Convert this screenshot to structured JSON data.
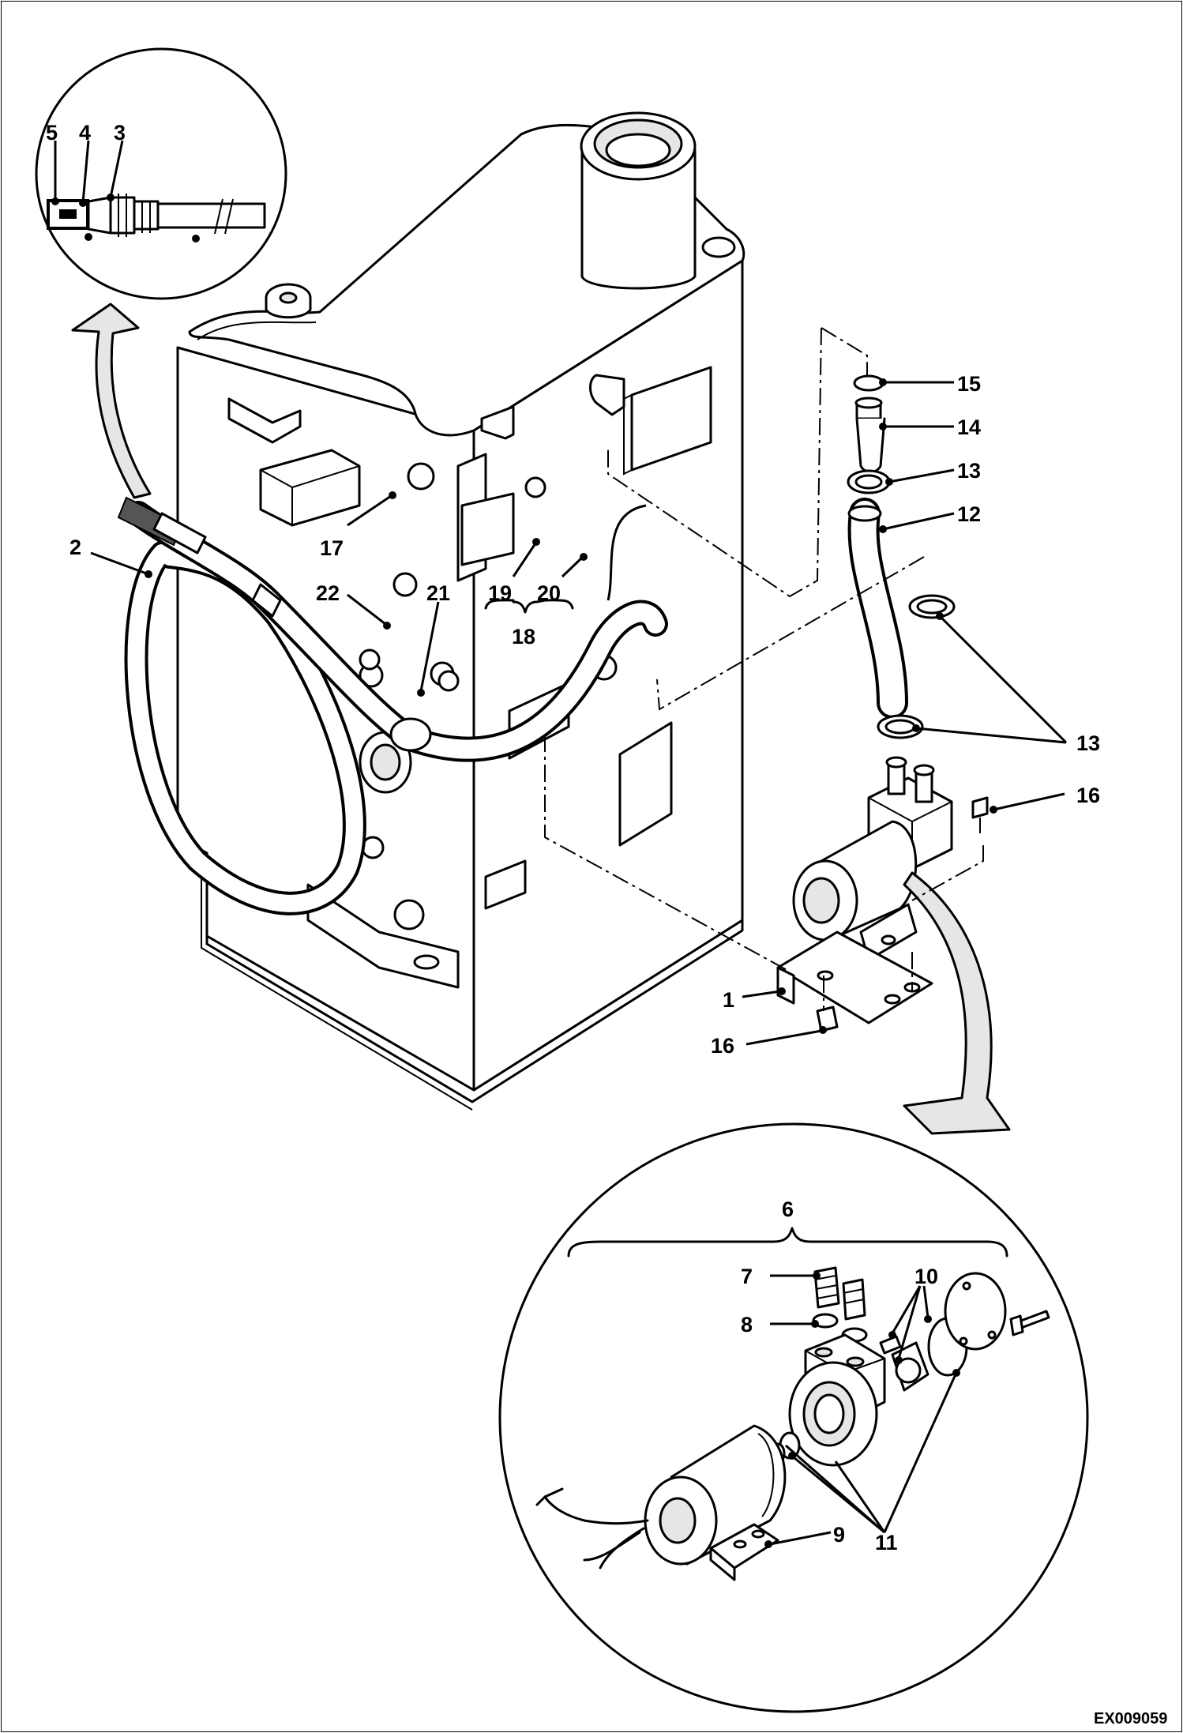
{
  "diagram": {
    "drawing_code": "EX009059",
    "callouts": [
      "1",
      "2",
      "3",
      "4",
      "5",
      "6",
      "7",
      "8",
      "9",
      "10",
      "11",
      "12",
      "13",
      "14",
      "15",
      "16",
      "17",
      "18",
      "19",
      "20",
      "21",
      "22"
    ]
  }
}
